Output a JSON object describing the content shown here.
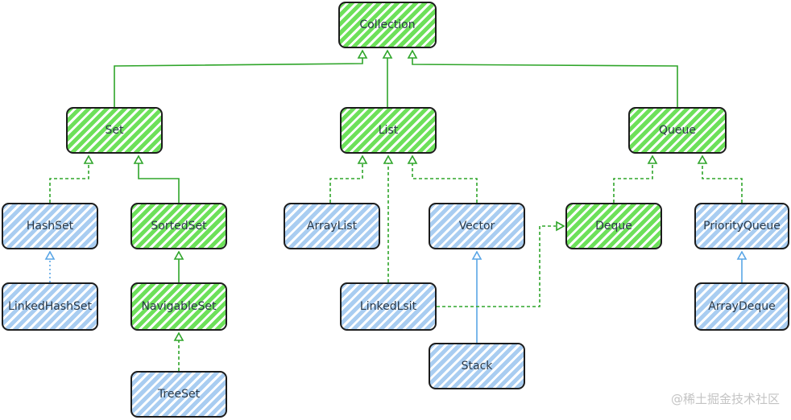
{
  "colors": {
    "interface": "#6de05a",
    "implementation": "#a9cdf1",
    "interface_edge": "#2fa52a",
    "implementation_edge": "#5aa6e6",
    "border": "#1c1c1c"
  },
  "nodes": {
    "collection": {
      "label": "Collection",
      "kind": "interface"
    },
    "set": {
      "label": "Set",
      "kind": "interface"
    },
    "list": {
      "label": "List",
      "kind": "interface"
    },
    "queue": {
      "label": "Queue",
      "kind": "interface"
    },
    "hashset": {
      "label": "HashSet",
      "kind": "class"
    },
    "sortedset": {
      "label": "SortedSet",
      "kind": "interface"
    },
    "arraylist": {
      "label": "ArrayList",
      "kind": "class"
    },
    "vector": {
      "label": "Vector",
      "kind": "class"
    },
    "deque": {
      "label": "Deque",
      "kind": "interface"
    },
    "priorityqueue": {
      "label": "PriorityQueue",
      "kind": "class"
    },
    "linkedhashset": {
      "label": "LinkedHashSet",
      "kind": "class"
    },
    "navigableset": {
      "label": "NavigableSet",
      "kind": "interface"
    },
    "linkedlist": {
      "label": "LinkedLsit",
      "kind": "class"
    },
    "arraydeque": {
      "label": "ArrayDeque",
      "kind": "class"
    },
    "stack": {
      "label": "Stack",
      "kind": "class"
    },
    "treeset": {
      "label": "TreeSet",
      "kind": "class"
    }
  },
  "edges": [
    {
      "from": "set",
      "to": "collection",
      "relation": "extends",
      "style": "solid"
    },
    {
      "from": "list",
      "to": "collection",
      "relation": "extends",
      "style": "solid"
    },
    {
      "from": "queue",
      "to": "collection",
      "relation": "extends",
      "style": "solid"
    },
    {
      "from": "hashset",
      "to": "set",
      "relation": "implements",
      "style": "dashed"
    },
    {
      "from": "sortedset",
      "to": "set",
      "relation": "extends",
      "style": "solid"
    },
    {
      "from": "arraylist",
      "to": "list",
      "relation": "implements",
      "style": "dashed"
    },
    {
      "from": "linkedlist",
      "to": "list",
      "relation": "implements",
      "style": "dashed"
    },
    {
      "from": "vector",
      "to": "list",
      "relation": "implements",
      "style": "dashed"
    },
    {
      "from": "deque",
      "to": "queue",
      "relation": "extends",
      "style": "dashed"
    },
    {
      "from": "priorityqueue",
      "to": "queue",
      "relation": "implements",
      "style": "dashed"
    },
    {
      "from": "linkedhashset",
      "to": "hashset",
      "relation": "extends",
      "style": "dotted"
    },
    {
      "from": "navigableset",
      "to": "sortedset",
      "relation": "extends",
      "style": "solid"
    },
    {
      "from": "treeset",
      "to": "navigableset",
      "relation": "implements",
      "style": "dashed"
    },
    {
      "from": "stack",
      "to": "vector",
      "relation": "extends",
      "style": "solid"
    },
    {
      "from": "arraydeque",
      "to": "priorityqueue",
      "relation": "extends",
      "style": "solid"
    },
    {
      "from": "linkedlist",
      "to": "deque",
      "relation": "implements",
      "style": "dashed"
    }
  ],
  "watermark": "@稀土掘金技术社区"
}
